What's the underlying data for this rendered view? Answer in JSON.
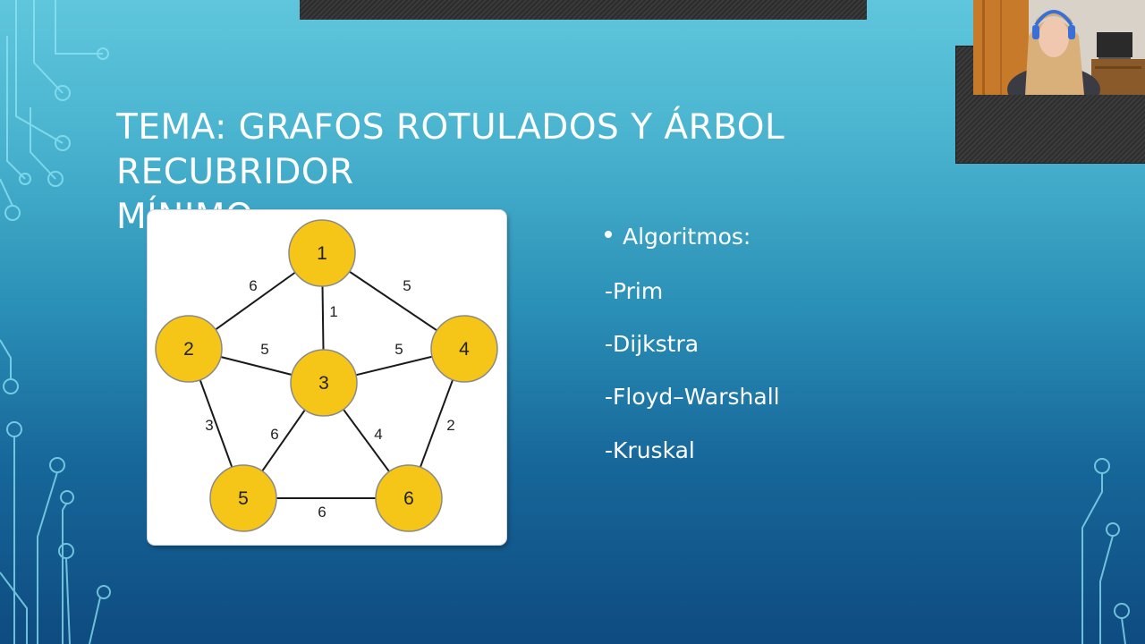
{
  "slide": {
    "title": "TEMA: GRAFOS ROTULADOS Y ÁRBOL RECUBRIDOR\nMÍNIMO",
    "bullet_heading": "Algoritmos:",
    "algorithms": [
      "-Prim",
      "-Dijkstra",
      "-Floyd–Warshall",
      "-Kruskal"
    ]
  },
  "graph": {
    "nodes": [
      "1",
      "2",
      "3",
      "4",
      "5",
      "6"
    ],
    "edges": [
      {
        "from": "1",
        "to": "2",
        "weight": "6"
      },
      {
        "from": "1",
        "to": "3",
        "weight": "1"
      },
      {
        "from": "1",
        "to": "4",
        "weight": "5"
      },
      {
        "from": "2",
        "to": "3",
        "weight": "5"
      },
      {
        "from": "3",
        "to": "4",
        "weight": "5"
      },
      {
        "from": "2",
        "to": "5",
        "weight": "3"
      },
      {
        "from": "3",
        "to": "5",
        "weight": "6"
      },
      {
        "from": "3",
        "to": "6",
        "weight": "4"
      },
      {
        "from": "4",
        "to": "6",
        "weight": "2"
      },
      {
        "from": "5",
        "to": "6",
        "weight": "6"
      }
    ]
  },
  "colors": {
    "node_fill": "#f5c518",
    "node_stroke": "#8a8a8a",
    "text": "#ffffff"
  }
}
